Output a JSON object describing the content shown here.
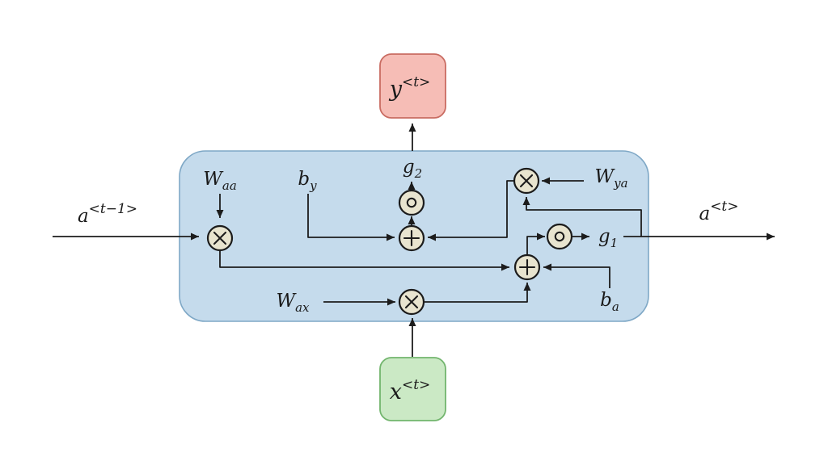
{
  "diagram": {
    "type": "rnn-cell",
    "colors": {
      "cell_fill": "#c5dbec",
      "cell_border": "#7fa8c6",
      "output_box_fill": "#f6bdb6",
      "output_box_border": "#c96c62",
      "input_box_fill": "#cbe9c5",
      "input_box_border": "#72b56d",
      "node_fill": "#e8e4cf",
      "line": "#1c1c1c"
    },
    "labels": {
      "a_prev": {
        "base": "a",
        "sup": "<t−1>"
      },
      "a_next": {
        "base": "a",
        "sup": "<t>"
      },
      "y_out": {
        "base": "y",
        "sup": "<t>"
      },
      "x_in": {
        "base": "x",
        "sup": "<t>"
      },
      "w_aa": {
        "base": "W",
        "sub": "aa"
      },
      "w_ax": {
        "base": "W",
        "sub": "ax"
      },
      "w_ya": {
        "base": "W",
        "sub": "ya"
      },
      "b_y": {
        "base": "b",
        "sub": "y"
      },
      "b_a": {
        "base": "b",
        "sub": "a"
      },
      "g_1": {
        "base": "g",
        "sub": "1"
      },
      "g_2": {
        "base": "g",
        "sub": "2"
      }
    },
    "operators": {
      "multiply": "×",
      "add": "+",
      "activation": "∘"
    }
  }
}
